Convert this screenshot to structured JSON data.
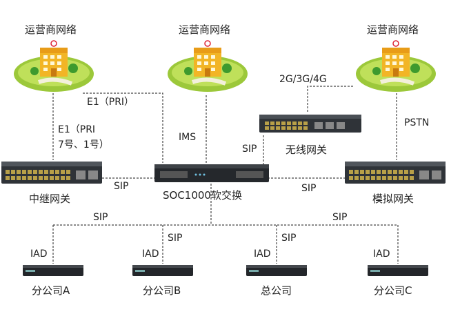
{
  "carriers": [
    {
      "label": "运营商网络"
    },
    {
      "label": "运营商网络"
    },
    {
      "label": "运营商网络"
    }
  ],
  "links": {
    "e1_top": "E1（PRI）",
    "e1_left_line1": "E1（PRI",
    "e1_left_line2": "7号、1号）",
    "ims": "IMS",
    "mobile": "2G/3G/4G",
    "pstn": "PSTN",
    "sip_wireless": "SIP",
    "sip_left": "SIP",
    "sip_right": "SIP",
    "sip_branch_left": "SIP",
    "sip_branch_right": "SIP",
    "sip_b": "SIP",
    "sip_hq": "SIP",
    "iad_a": "IAD",
    "iad_b": "IAD",
    "iad_hq": "IAD",
    "iad_c": "IAD"
  },
  "devices": {
    "trunk_gateway": "中继网关",
    "softswitch": "SOC1000软交换",
    "wireless_gateway": "无线网关",
    "analog_gateway": "模拟网关"
  },
  "sites": {
    "branch_a": "分公司A",
    "branch_b": "分公司B",
    "headquarters": "总公司",
    "branch_c": "分公司C"
  }
}
